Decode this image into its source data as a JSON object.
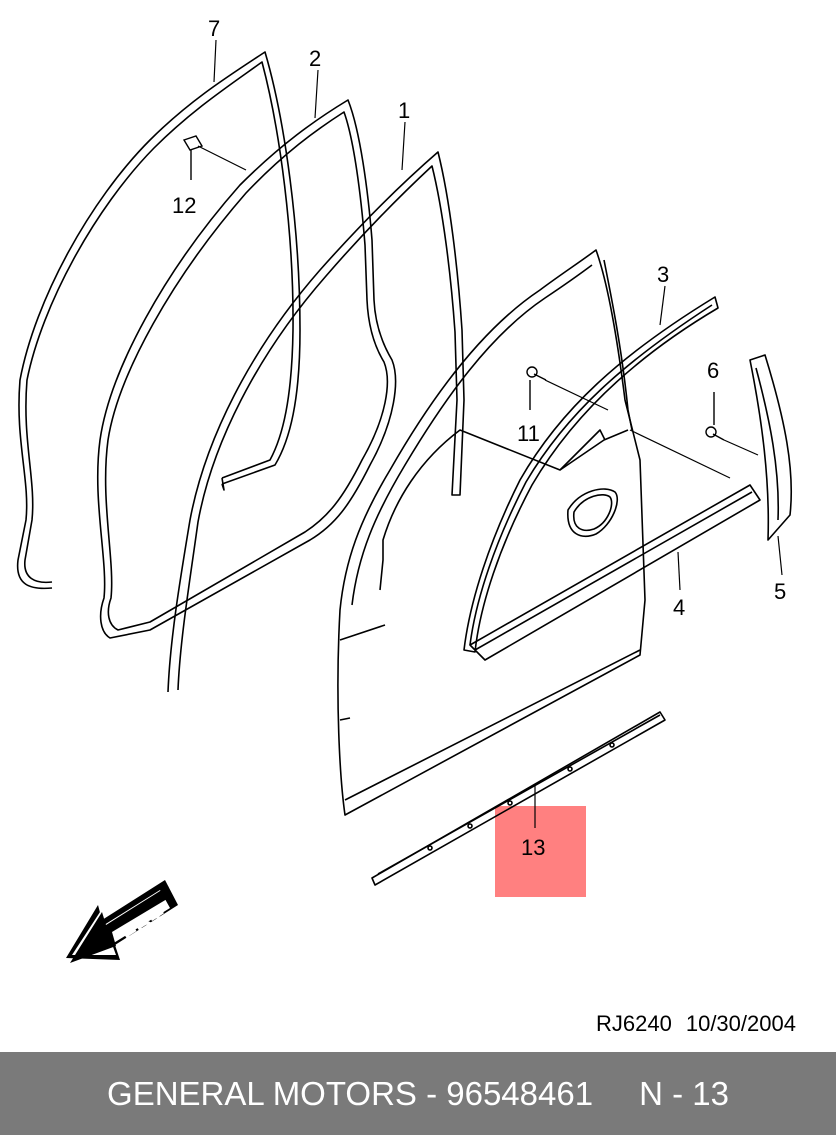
{
  "colors": {
    "footer_bg": "#7a7a7a",
    "highlight": "#ff8080",
    "line": "#000000"
  },
  "callouts": {
    "c7": "7",
    "c2": "2",
    "c1": "1",
    "c3": "3",
    "c6": "6",
    "c12": "12",
    "c11": "11",
    "c4": "4",
    "c5": "5",
    "c13": "13"
  },
  "arrow_label": "FRT",
  "reference": {
    "code": "RJ6240",
    "date": "10/30/2004"
  },
  "footer": {
    "part_text": "GENERAL MOTORS - 96548461",
    "page_text": "N - 13"
  }
}
